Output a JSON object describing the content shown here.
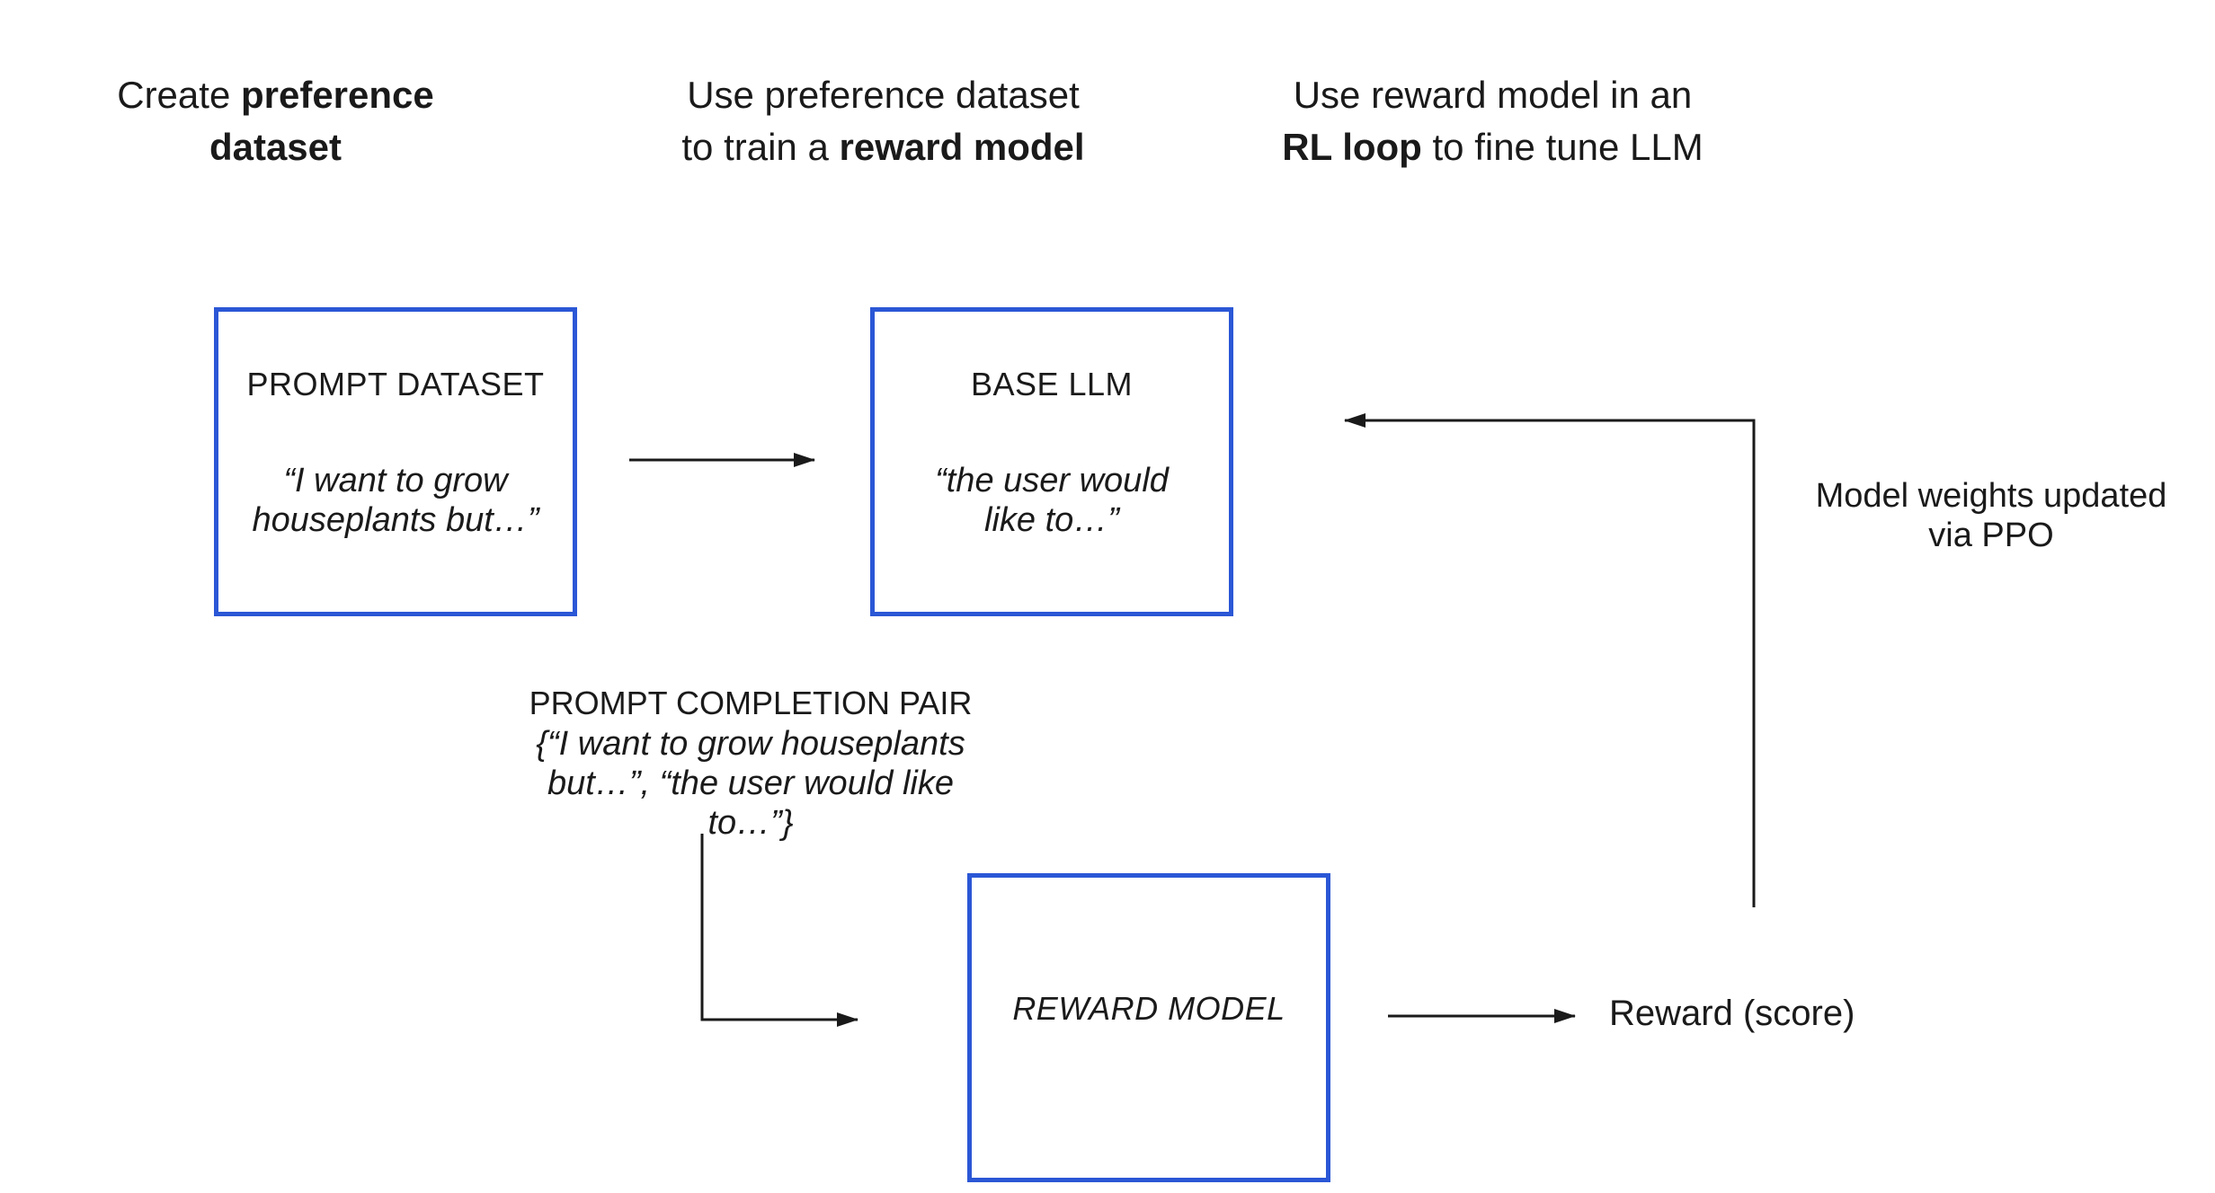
{
  "steps": [
    {
      "line1": [
        {
          "text": "Create ",
          "bold": false
        },
        {
          "text": "preference",
          "bold": true
        }
      ],
      "line2": [
        {
          "text": "dataset",
          "bold": true
        }
      ],
      "state": "inactive"
    },
    {
      "line1": [
        {
          "text": "Use preference dataset",
          "bold": false
        }
      ],
      "line2": [
        {
          "text": "to train a ",
          "bold": false
        },
        {
          "text": "reward model",
          "bold": true
        }
      ],
      "state": "inactive"
    },
    {
      "line1": [
        {
          "text": "Use reward model in an",
          "bold": false
        }
      ],
      "line2": [
        {
          "text": "RL loop",
          "bold": true
        },
        {
          "text": " to fine tune LLM",
          "bold": false
        }
      ],
      "state": "active"
    }
  ],
  "nodes": {
    "prompt_dataset": {
      "title": "PROMPT DATASET",
      "example_line1": "“I want to grow",
      "example_line2": "houseplants but…”"
    },
    "base_llm": {
      "title": "BASE LLM",
      "example_line1": "“the user would",
      "example_line2": "like to…”"
    },
    "reward_model": {
      "title": "REWARD MODEL"
    }
  },
  "labels": {
    "pair_title": "PROMPT COMPLETION PAIR",
    "pair_line1": "{“I want to grow houseplants",
    "pair_line2": "but…”, “the user would like",
    "pair_line3": "to…”}",
    "ppo_line1": "Model weights updated",
    "ppo_line2": "via PPO",
    "score": "Reward (score)"
  },
  "colors": {
    "node_border": "#2b57d6",
    "active_step_border": "#d2692e",
    "inactive_step_border": "#d9d9d9",
    "inactive_text": "#8a8a8a",
    "arrow": "#1a1a1a"
  }
}
